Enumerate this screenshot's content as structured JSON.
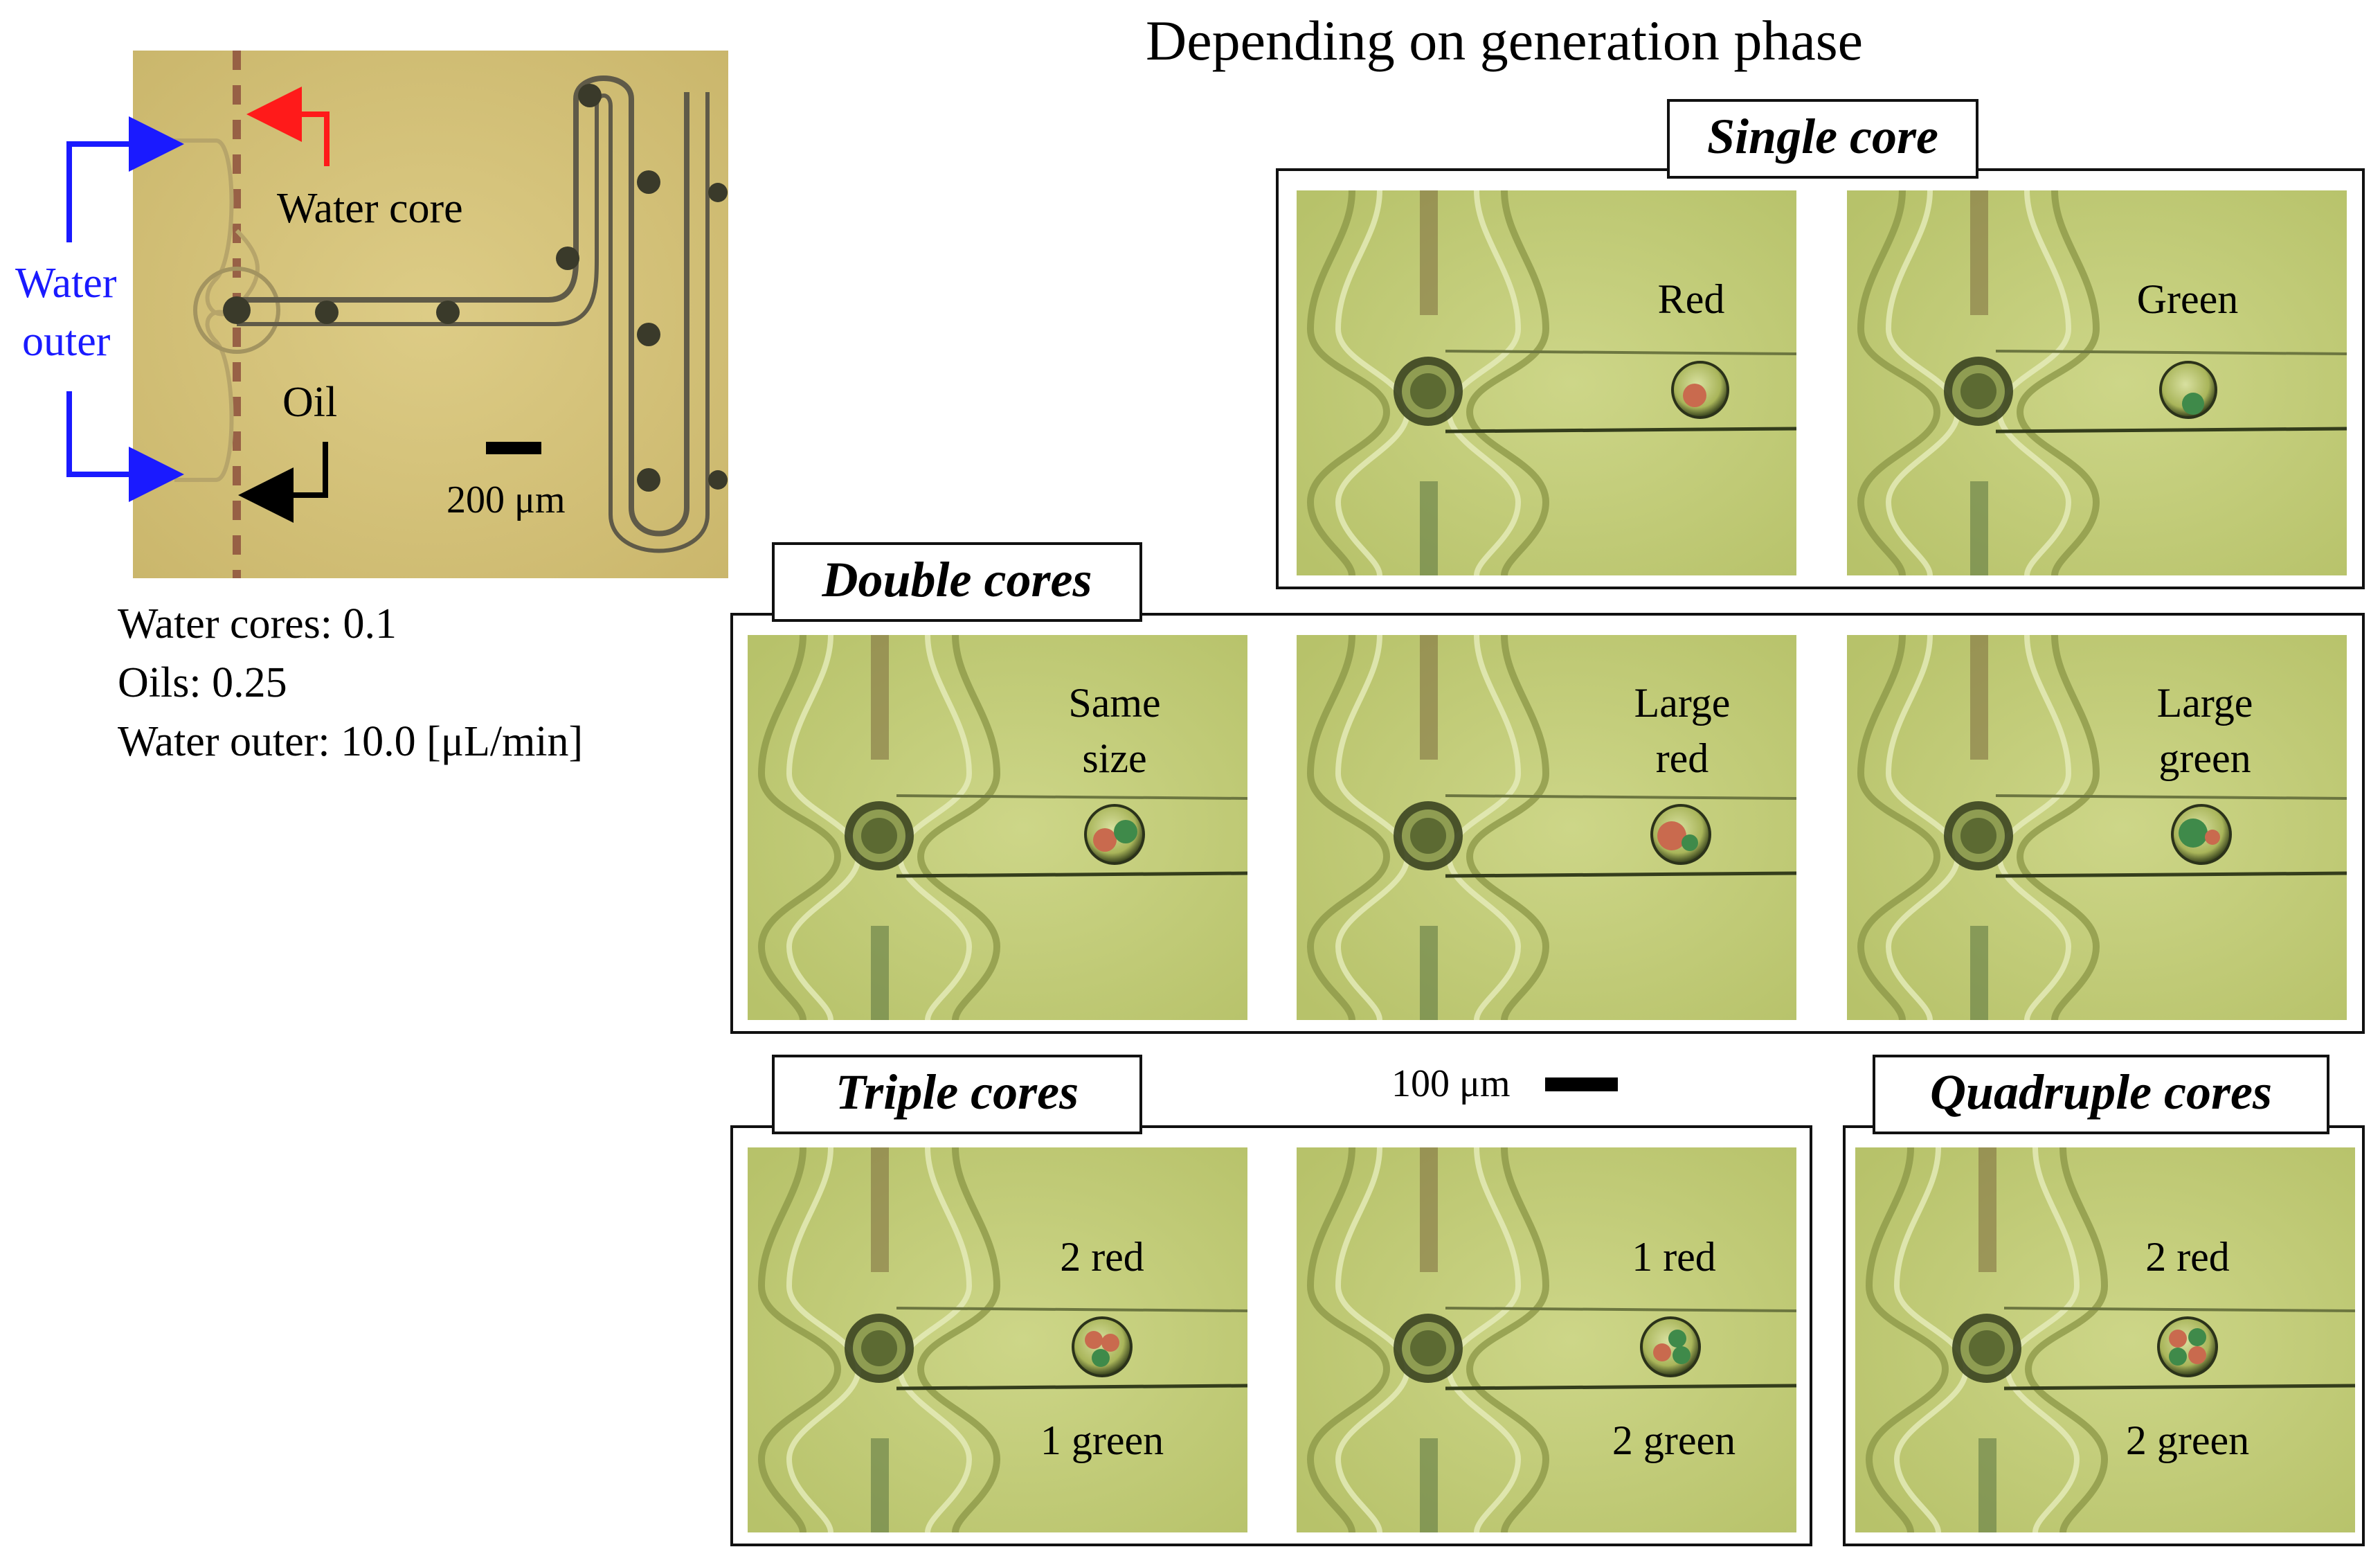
{
  "header": {
    "title": "Depending on generation phase"
  },
  "overview": {
    "labels": {
      "water_core": "Water core",
      "water_outer_line1": "Water",
      "water_outer_line2": "outer",
      "oil": "Oil",
      "scale_bar": "200 μm"
    },
    "flow_rates": [
      "Water cores: 0.1",
      "Oils: 0.25",
      "Water outer: 10.0 [μL/min]"
    ]
  },
  "scale_bar_main": "100 μm",
  "groups": {
    "single": {
      "title": "Single core",
      "panels": [
        {
          "top": "Red"
        },
        {
          "top": "Green"
        }
      ]
    },
    "double": {
      "title": "Double cores",
      "panels": [
        {
          "top1": "Same",
          "top2": "size"
        },
        {
          "top1": "Large",
          "top2": "red"
        },
        {
          "top1": "Large",
          "top2": "green"
        }
      ]
    },
    "triple": {
      "title": "Triple cores",
      "panels": [
        {
          "top": "2 red",
          "bottom": "1 green"
        },
        {
          "top": "1 red",
          "bottom": "2 green"
        }
      ]
    },
    "quadruple": {
      "title": "Quadruple cores",
      "panels": [
        {
          "top": "2 red",
          "bottom": "2 green"
        }
      ]
    }
  },
  "colors": {
    "micro_background": "#c6cf7e",
    "chip_background": "#d8c77e",
    "arrow_blue": "#1a1aff",
    "arrow_red": "#ff1a1a",
    "arrow_black": "#000000"
  }
}
